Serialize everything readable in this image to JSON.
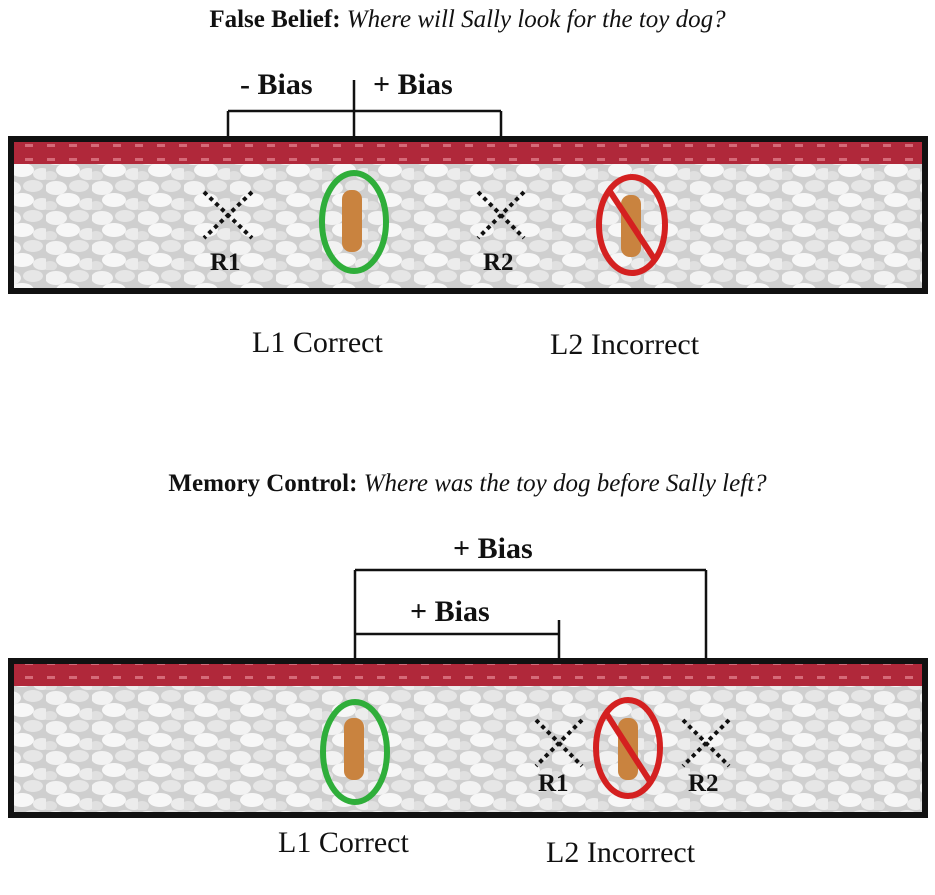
{
  "panels": [
    {
      "heading_bold": "False Belief:",
      "heading_italic": "Where will Sally look for the toy dog?",
      "bias_labels": [
        "- Bias",
        "+ Bias"
      ],
      "response_labels": [
        "R1",
        "R2"
      ],
      "location_labels": [
        "L1 Correct",
        "L2 Incorrect"
      ]
    },
    {
      "heading_bold": "Memory Control:",
      "heading_italic": "Where was the toy dog before Sally left?",
      "bias_labels": [
        "+ Bias",
        "+ Bias"
      ],
      "response_labels": [
        "R1",
        "R2"
      ],
      "location_labels": [
        "L1 Correct",
        "L2 Incorrect"
      ]
    }
  ],
  "colors": {
    "correct_ring": "#2fae3a",
    "incorrect_ring": "#d42020",
    "tape": "#b0283a",
    "frame": "#111111"
  },
  "icons": [
    "check-ring-icon",
    "no-entry-icon",
    "x-marker-icon"
  ]
}
